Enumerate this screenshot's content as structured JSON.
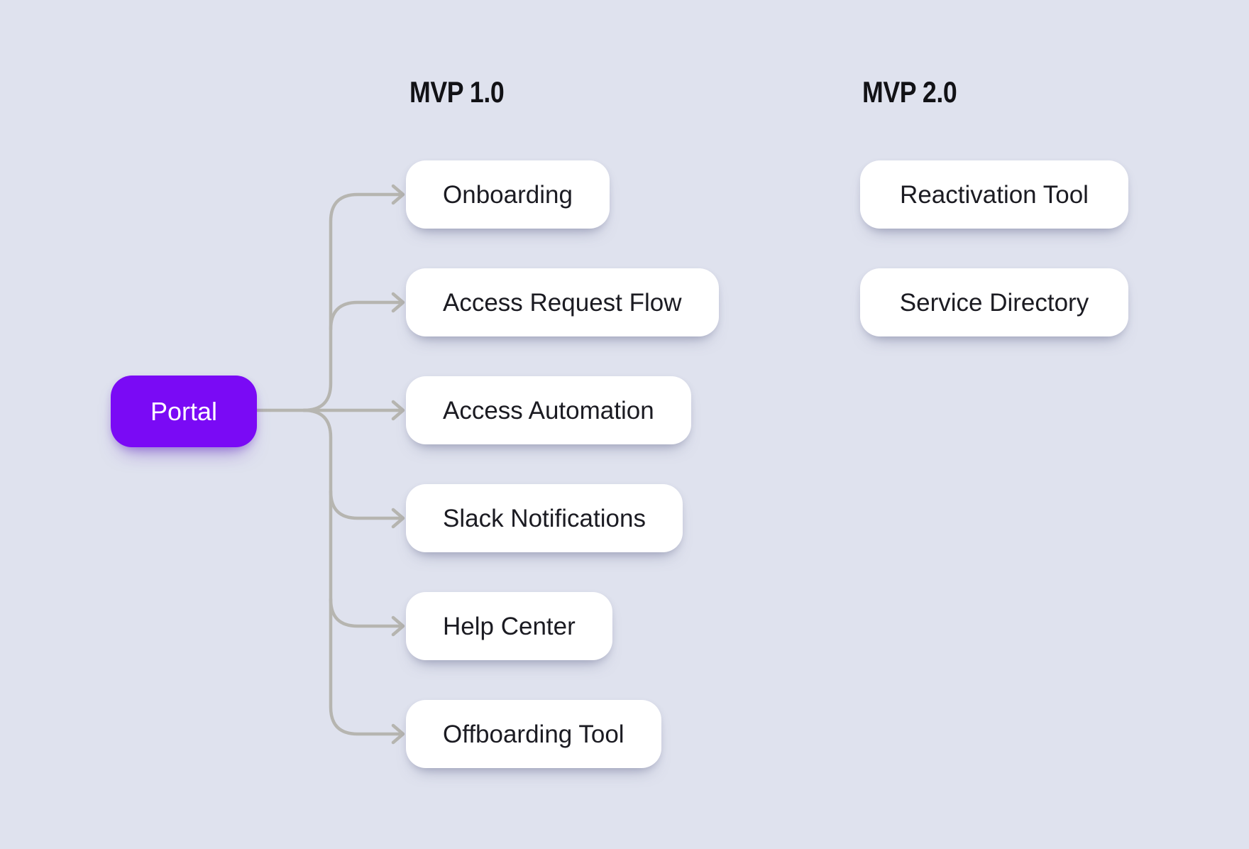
{
  "diagram": {
    "background_color": "#dfe2ee",
    "arrow_color": "#b6b5b0",
    "root": {
      "label": "Portal",
      "fill_color": "#7a0af5",
      "text_color": "#ffffff"
    },
    "columns": [
      {
        "header": "MVP 1.0",
        "items": [
          "Onboarding",
          "Access Request Flow",
          "Access Automation",
          "Slack Notifications",
          "Help Center",
          "Offboarding Tool"
        ]
      },
      {
        "header": "MVP 2.0",
        "items": [
          "Reactivation Tool",
          "Service Directory"
        ]
      }
    ],
    "edges": [
      {
        "from": "Portal",
        "to": "Onboarding"
      },
      {
        "from": "Portal",
        "to": "Access Request Flow"
      },
      {
        "from": "Portal",
        "to": "Access Automation"
      },
      {
        "from": "Portal",
        "to": "Slack Notifications"
      },
      {
        "from": "Portal",
        "to": "Help Center"
      },
      {
        "from": "Portal",
        "to": "Offboarding Tool"
      }
    ]
  }
}
